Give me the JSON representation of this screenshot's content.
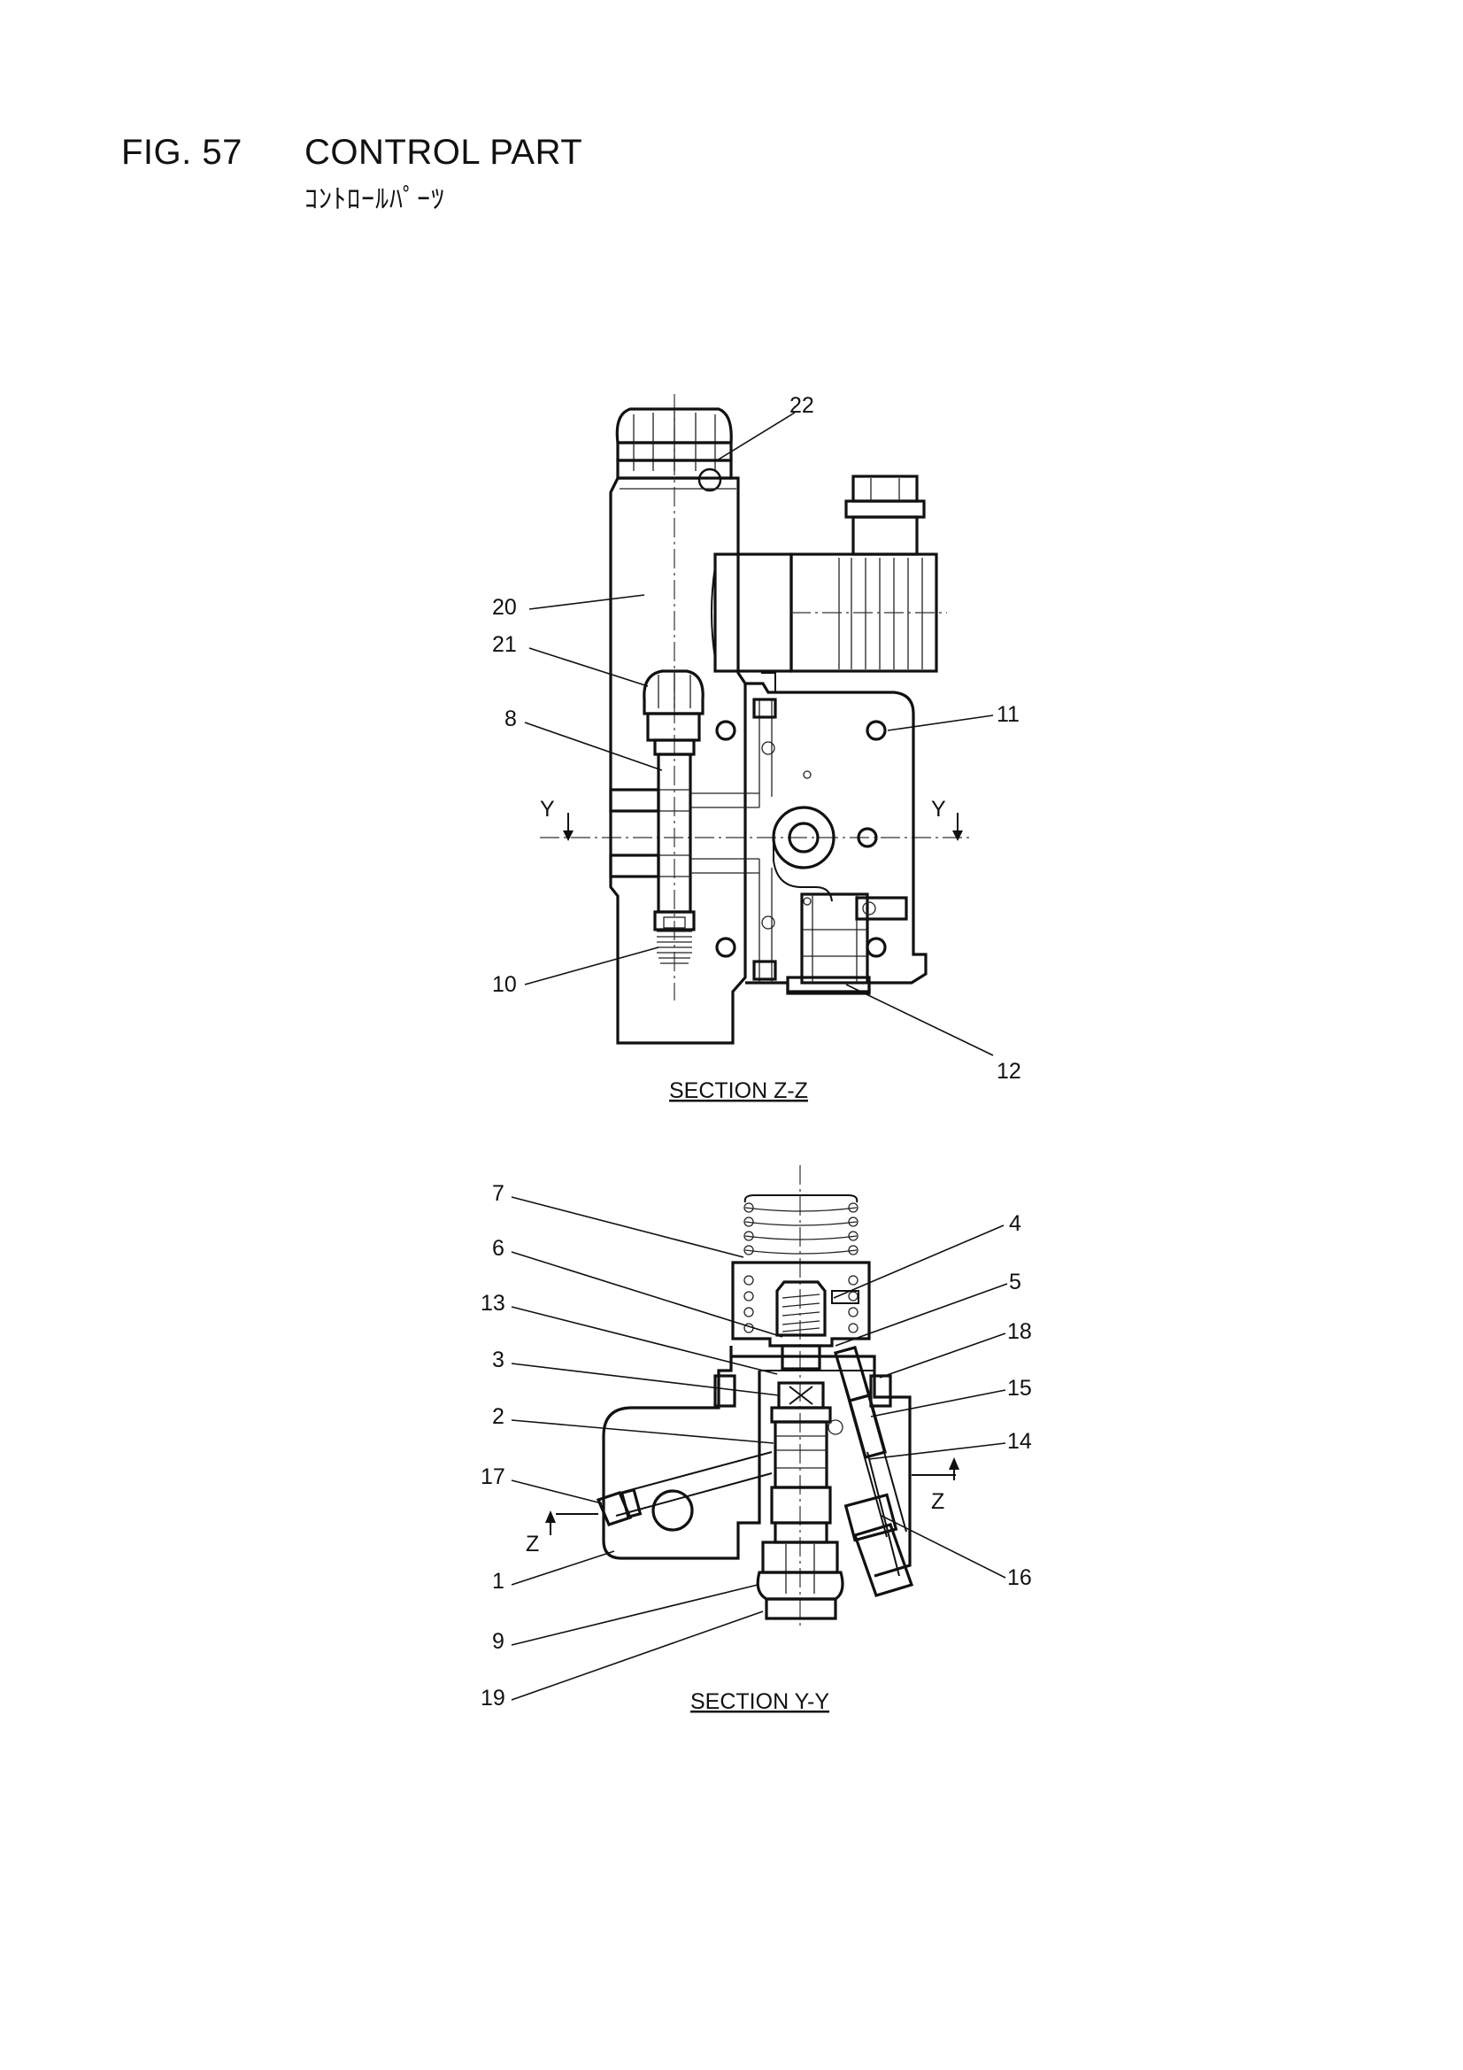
{
  "header": {
    "figure_number": "FIG. 57",
    "title": "CONTROL PART",
    "subtitle": "ｺﾝﾄﾛｰﾙﾊﾟｰﾂ"
  },
  "sections": {
    "upper_label": "SECTION Z-Z",
    "lower_label": "SECTION Y-Y"
  },
  "section_marks": {
    "y_left": "Y",
    "y_right": "Y",
    "z_left": "Z",
    "z_right": "Z"
  },
  "callouts": {
    "c1": "1",
    "c2": "2",
    "c3": "3",
    "c4": "4",
    "c5": "5",
    "c6": "6",
    "c7": "7",
    "c8": "8",
    "c9": "9",
    "c10": "10",
    "c11": "11",
    "c12": "12",
    "c13": "13",
    "c14": "14",
    "c15": "15",
    "c16": "16",
    "c17": "17",
    "c18": "18",
    "c19": "19",
    "c20": "20",
    "c21": "21",
    "c22": "22"
  }
}
